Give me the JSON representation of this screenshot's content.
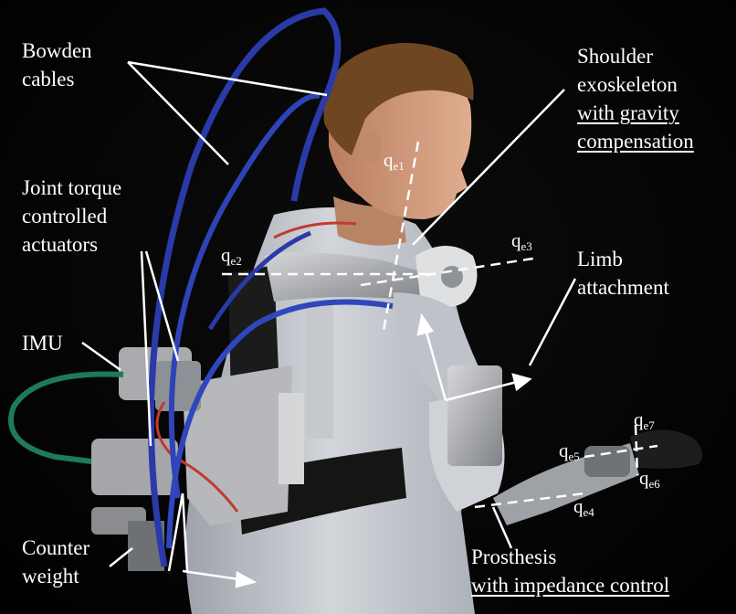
{
  "labels": {
    "bowden": [
      "Bowden",
      "cables"
    ],
    "shoulder": [
      "Shoulder",
      "exoskeleton",
      "with gravity",
      "compensation"
    ],
    "actuators": [
      "Joint torque",
      "controlled",
      "actuators"
    ],
    "limb": [
      "Limb",
      "attachment"
    ],
    "imu": "IMU",
    "counter": [
      "Counter",
      "weight"
    ],
    "prosthesis": [
      "Prosthesis",
      "with impedance control"
    ]
  },
  "joints": {
    "e1": {
      "base": "q",
      "sub": "e1"
    },
    "e2": {
      "base": "q",
      "sub": "e2"
    },
    "e3": {
      "base": "q",
      "sub": "e3"
    },
    "e4": {
      "base": "q",
      "sub": "e4"
    },
    "e5": {
      "base": "q",
      "sub": "e5"
    },
    "e6": {
      "base": "q",
      "sub": "e6"
    },
    "e7": {
      "base": "q",
      "sub": "e7"
    }
  },
  "colors": {
    "background": "#000000",
    "cable": "#2a3aa8",
    "shirt": "#c9ccd2",
    "aluminum": "#a7a9ad",
    "annotation": "#ffffff"
  }
}
